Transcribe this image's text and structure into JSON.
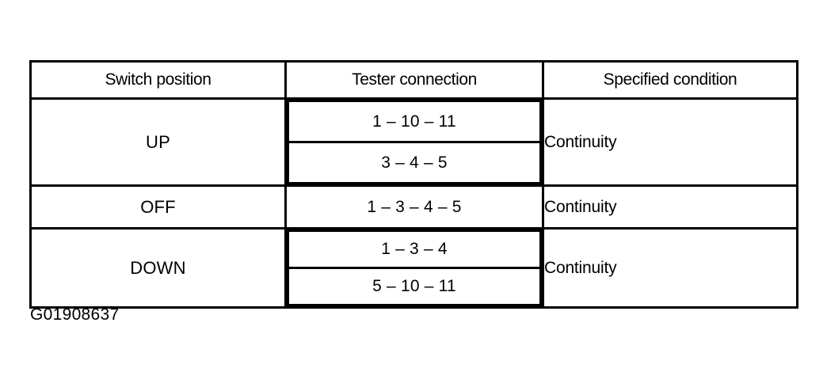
{
  "figure": {
    "caption": "G01908637",
    "ink_color": "#000000",
    "background_color": "#ffffff"
  },
  "table": {
    "headers": [
      "Switch position",
      "Tester connection",
      "Specified condition"
    ],
    "rows": [
      {
        "switch_position": "UP",
        "tester_connections": [
          "1 – 10 – 11",
          "3 – 4 – 5"
        ],
        "specified_condition": "Continuity"
      },
      {
        "switch_position": "OFF",
        "tester_connections": [
          "1 – 3 – 4 – 5"
        ],
        "specified_condition": "Continuity"
      },
      {
        "switch_position": "DOWN",
        "tester_connections": [
          "1 – 3 – 4",
          "5 – 10 – 11"
        ],
        "specified_condition": "Continuity"
      }
    ]
  }
}
